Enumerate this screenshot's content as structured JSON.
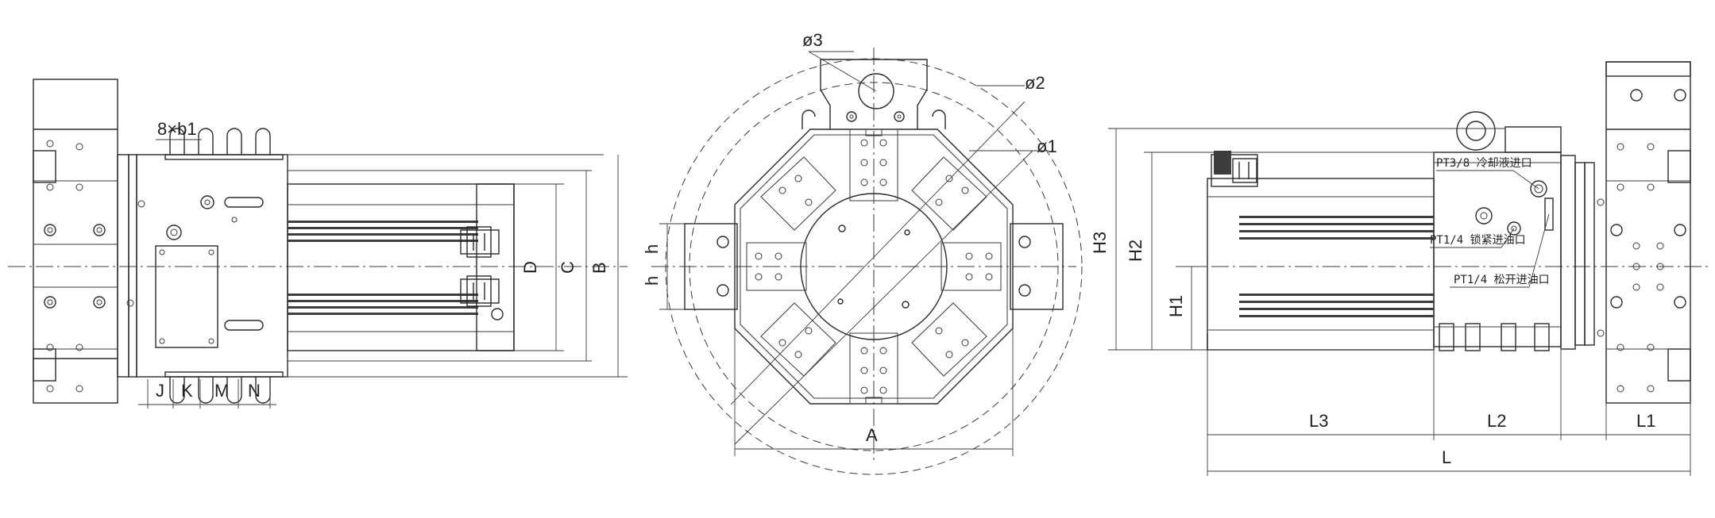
{
  "views": {
    "side": {
      "labels": {
        "bolt_pattern": "8×b1",
        "J": "J",
        "K": "K",
        "M": "M",
        "N": "N",
        "D": "D",
        "C": "C",
        "B": "B"
      }
    },
    "front": {
      "labels": {
        "phi3": "ø3",
        "phi2": "ø2",
        "phi1": "ø1",
        "h_upper": "h",
        "h_lower": "h",
        "A": "A"
      }
    },
    "elevation": {
      "labels": {
        "H3": "H3",
        "H2": "H2",
        "H1": "H1",
        "L3": "L3",
        "L2": "L2",
        "L1": "L1",
        "L": "L"
      },
      "ports": {
        "coolant": "PT3/8 冷却液进口",
        "clamp": "PT1/4 锁紧进油口",
        "unclamp": "PT1/4 松开进油口"
      }
    }
  }
}
